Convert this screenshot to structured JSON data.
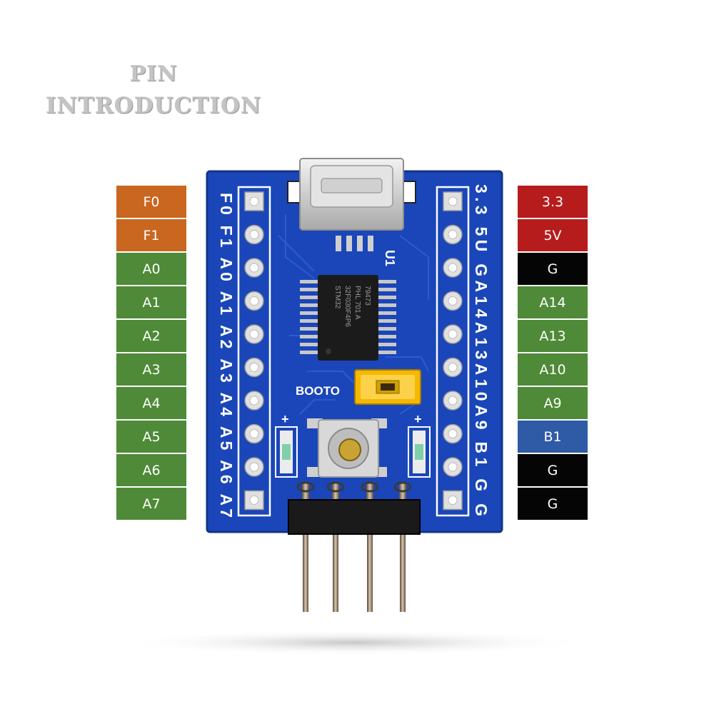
{
  "title": {
    "line1": "PIN",
    "line2": "INTRODUCTION"
  },
  "colors": {
    "orange": "#c9661f",
    "green": "#4e8a37",
    "red": "#b71c1c",
    "black": "#050505",
    "blue": "#2e5aa6",
    "pcb": "#1a46b9"
  },
  "left_labels": [
    {
      "text": "F0",
      "color": "orange"
    },
    {
      "text": "F1",
      "color": "orange"
    },
    {
      "text": "A0",
      "color": "green"
    },
    {
      "text": "A1",
      "color": "green"
    },
    {
      "text": "A2",
      "color": "green"
    },
    {
      "text": "A3",
      "color": "green"
    },
    {
      "text": "A4",
      "color": "green"
    },
    {
      "text": "A5",
      "color": "green"
    },
    {
      "text": "A6",
      "color": "green"
    },
    {
      "text": "A7",
      "color": "green"
    }
  ],
  "right_labels": [
    {
      "text": "3.3",
      "color": "red"
    },
    {
      "text": "5V",
      "color": "red"
    },
    {
      "text": "G",
      "color": "black"
    },
    {
      "text": "A14",
      "color": "green"
    },
    {
      "text": "A13",
      "color": "green"
    },
    {
      "text": "A10",
      "color": "green"
    },
    {
      "text": "A9",
      "color": "green"
    },
    {
      "text": "B1",
      "color": "blue"
    },
    {
      "text": "G",
      "color": "black"
    },
    {
      "text": "G",
      "color": "black"
    }
  ],
  "board": {
    "left_silk": "F0 F1 A0 A1 A2 A3 A4 A5 A6 A7",
    "right_silk": "3.3 5U GA14A13A10A9 B1 G G",
    "boot_label": "BOOTO",
    "u1_label": "U1",
    "chip_text": [
      "STM32",
      "32F030F4P6",
      "PHL 701 A",
      "79473"
    ]
  }
}
